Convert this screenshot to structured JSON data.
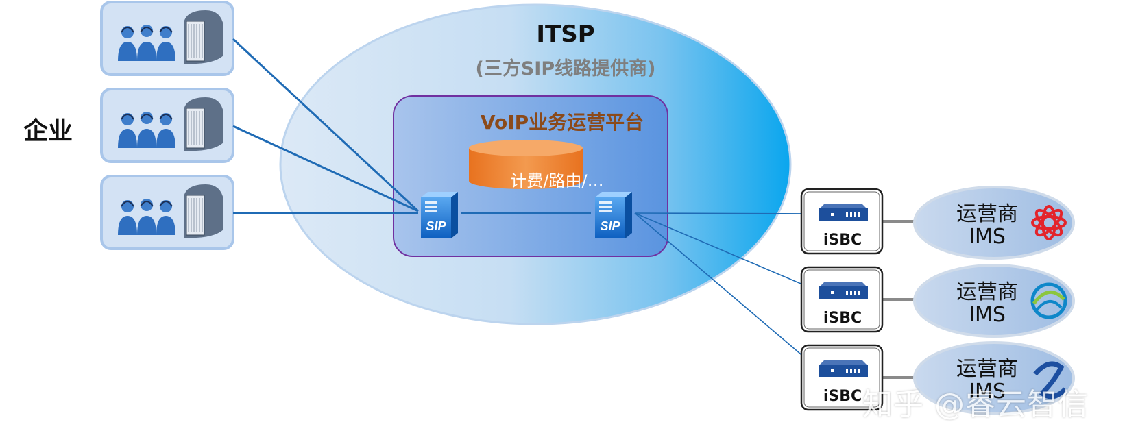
{
  "enterprise": {
    "label": "企业",
    "sites": 3
  },
  "itsp": {
    "title": "ITSP",
    "subtitle": "(三方SIP线路提供商)"
  },
  "platform": {
    "title": "VoIP业务运营平台",
    "database_label": "计费/路由/…",
    "servers": [
      {
        "badge": "SIP"
      },
      {
        "badge": "SIP"
      }
    ]
  },
  "sbcs": [
    {
      "label": "iSBC"
    },
    {
      "label": "iSBC"
    },
    {
      "label": "iSBC"
    }
  ],
  "carriers": [
    {
      "line1": "运营商",
      "line2": "IMS",
      "logo": "china-unicom-logo",
      "logo_color": "#e3242b"
    },
    {
      "line1": "运营商",
      "line2": "IMS",
      "logo": "china-mobile-logo",
      "logo_color": "#0e87c9"
    },
    {
      "line1": "运营商",
      "line2": "IMS",
      "logo": "china-telecom-logo",
      "logo_color": "#1d4fa0"
    }
  ],
  "watermark": "知乎 @睿云智信",
  "colors": {
    "ellipse_light": "#dbe9f7",
    "ellipse_dark": "#12a7ec",
    "platform_fill": "#8fb4e8",
    "platform_border": "#7030a0",
    "database": "#f07c2a",
    "link": "#1f6bb5",
    "carrier_fill": "#b8cde8"
  }
}
